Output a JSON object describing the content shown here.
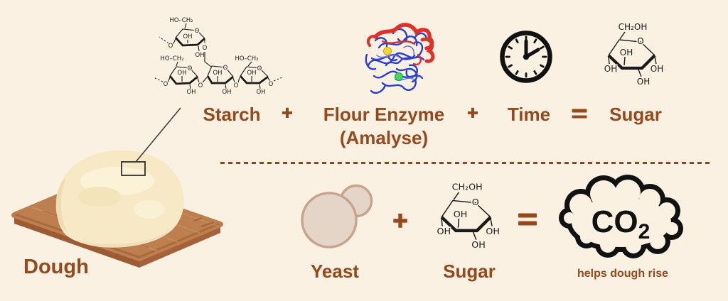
{
  "colors": {
    "background": "#faf1e2",
    "label_brown": "#96491c",
    "divider_brown": "#8a4a1e",
    "structure_ink": "#1b1b1b",
    "icon_black": "#111111",
    "yeast_fill": "#e5d5c9",
    "yeast_stroke": "#c7a58c",
    "dough_fill": "#f7e9c6",
    "dough_highlight": "#fbf2d8",
    "dough_shadow": "#eddcb2",
    "board_top": "#bd7e50",
    "board_front_left": "#9c5b33",
    "board_front_right": "#a6613a",
    "enzyme_blue": "#2b3fd0",
    "enzyme_red": "#e03028",
    "enzyme_yellow": "#f2d437",
    "enzyme_green": "#3fd95c"
  },
  "top_equation": {
    "starch": "Starch",
    "plus1": "+",
    "enzyme_line1": "Flour Enzyme",
    "enzyme_line2": "(Amalyse)",
    "plus2": "+",
    "time": "Time",
    "equals": "=",
    "sugar": "Sugar"
  },
  "bottom_equation": {
    "yeast": "Yeast",
    "plus": "+",
    "sugar": "Sugar",
    "equals": "=",
    "co2": "CO₂",
    "co2_main": "CO",
    "co2_sub": "2",
    "caption": "helps dough rise"
  },
  "dough": {
    "label": "Dough"
  },
  "atoms": {
    "o": "O",
    "oh": "OH",
    "ho_ch2": "HO–CH₂",
    "ch2oh": "CH₂OH"
  }
}
